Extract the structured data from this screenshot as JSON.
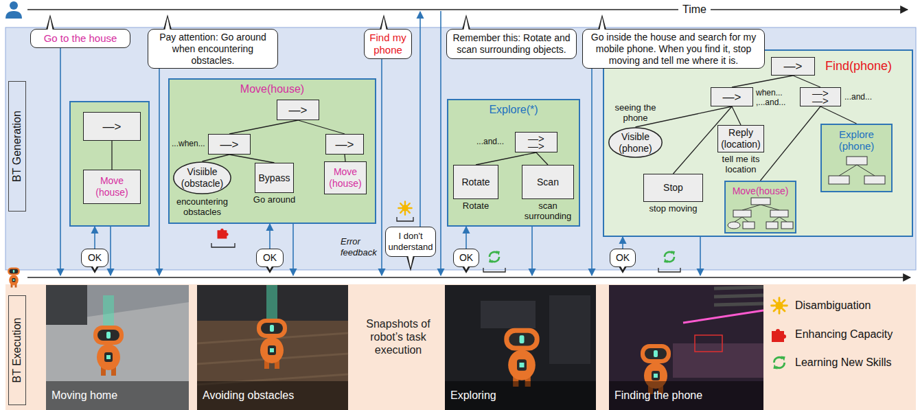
{
  "diagram": {
    "nodes": [
      {
        "text": [
          "Go to the house"
        ]
      },
      {
        "text": [
          "Pay attention: Go around when encountering obstacles."
        ]
      },
      {
        "text": [
          "Find my phone"
        ]
      },
      {
        "text": [
          "Remember this: Rotate and scan surrounding objects."
        ]
      },
      {
        "text": [
          "Go inside the house and search for my mobile phone. When you find it, stop moving and tell me where it is."
        ]
      },
      {
        "text": []
      },
      {
        "text": [
          "—>"
        ],
        "in": 5
      },
      {
        "text": [
          "Move (house)"
        ],
        "in": 5
      },
      {
        "text": [
          "Move(house)"
        ]
      },
      {
        "text": [
          "—>"
        ],
        "in": 8
      },
      {
        "text": [
          "—>"
        ],
        "in": 8
      },
      {
        "text": [
          "Visiible (obstacle)",
          "encountering obstacles"
        ],
        "in": 8
      },
      {
        "text": [
          "Bypass",
          "Go around"
        ],
        "in": 8
      },
      {
        "text": [
          "—>"
        ],
        "in": 8
      },
      {
        "text": [
          "Move (house)"
        ],
        "in": 8
      },
      {
        "text": [
          "Explore(*)"
        ]
      },
      {
        "text": [
          "—>",
          "—>"
        ],
        "in": 15
      },
      {
        "text": [
          "Rotate",
          "Rotate"
        ],
        "in": 15
      },
      {
        "text": [
          "Scan",
          "scan surrounding"
        ],
        "in": 15
      },
      {
        "text": [
          "Find(phone)"
        ]
      },
      {
        "text": [
          "—>"
        ],
        "in": 19
      },
      {
        "text": [
          "—>"
        ],
        "in": 19
      },
      {
        "text": [
          "—>",
          "—>"
        ],
        "in": 19
      },
      {
        "text": [
          "seeing the phone",
          "Visible (phone)"
        ],
        "in": 19
      },
      {
        "text": [
          "Reply (location)",
          "tell me its location"
        ],
        "in": 19
      },
      {
        "text": [
          "Stop",
          "stop moving"
        ],
        "in": 19
      },
      {
        "text": [
          "Explore (phone)"
        ],
        "in": 19
      },
      {
        "text": [
          "Move(house)"
        ],
        "in": 19
      },
      {
        "text": [
          "OK"
        ]
      },
      {
        "text": [
          "OK"
        ]
      },
      {
        "text": [
          "I don't understand"
        ]
      },
      {
        "text": [
          "OK"
        ]
      },
      {
        "text": [
          "OK"
        ]
      },
      {
        "text": [
          "BT Generation"
        ]
      },
      {
        "text": [
          "BT Execution"
        ]
      }
    ],
    "edges": [
      {
        "from": 6,
        "to": 7,
        "arrow": "none"
      },
      {
        "from": 9,
        "to": 10,
        "arrow": "none"
      },
      {
        "from": 9,
        "to": 13,
        "arrow": "none"
      },
      {
        "from": 10,
        "to": 11,
        "arrow": "none"
      },
      {
        "from": 10,
        "to": 12,
        "arrow": "none"
      },
      {
        "from": 13,
        "to": 14,
        "arrow": "none"
      },
      {
        "from": 16,
        "to": 17,
        "arrow": "none"
      },
      {
        "from": 16,
        "to": 18,
        "arrow": "none"
      },
      {
        "from": 20,
        "to": 21,
        "arrow": "none"
      },
      {
        "from": 20,
        "to": 22,
        "arrow": "none"
      },
      {
        "from": 21,
        "to": 23,
        "arrow": "none"
      },
      {
        "from": 21,
        "to": 25,
        "arrow": "none"
      },
      {
        "from": 21,
        "to": 24,
        "arrow": "none"
      },
      {
        "from": 22,
        "to": 27,
        "arrow": "none"
      },
      {
        "from": 22,
        "to": 26,
        "arrow": "none"
      },
      {
        "from": 28,
        "to": 5,
        "arrow": "to"
      },
      {
        "from": 29,
        "to": 8,
        "arrow": "to"
      },
      {
        "from": 31,
        "to": 15,
        "arrow": "to"
      },
      {
        "from": 32,
        "to": 19,
        "arrow": "to"
      }
    ],
    "labels": [
      "Time",
      "...when...",
      "Error feedback",
      "...and...",
      "when...",
      ",...and...",
      "...and...",
      "Moving home",
      "Avoiding obstacles",
      "Snapshots of robot’s task execution",
      "Exploring",
      "Finding the phone"
    ],
    "legend": [
      {
        "text": "Disambiguation",
        "color": "#f5b800"
      },
      {
        "text": "Enhancing Capacity",
        "color": "#e0201b"
      },
      {
        "text": "Learning New Skills",
        "color": "#3cb34a"
      }
    ]
  }
}
